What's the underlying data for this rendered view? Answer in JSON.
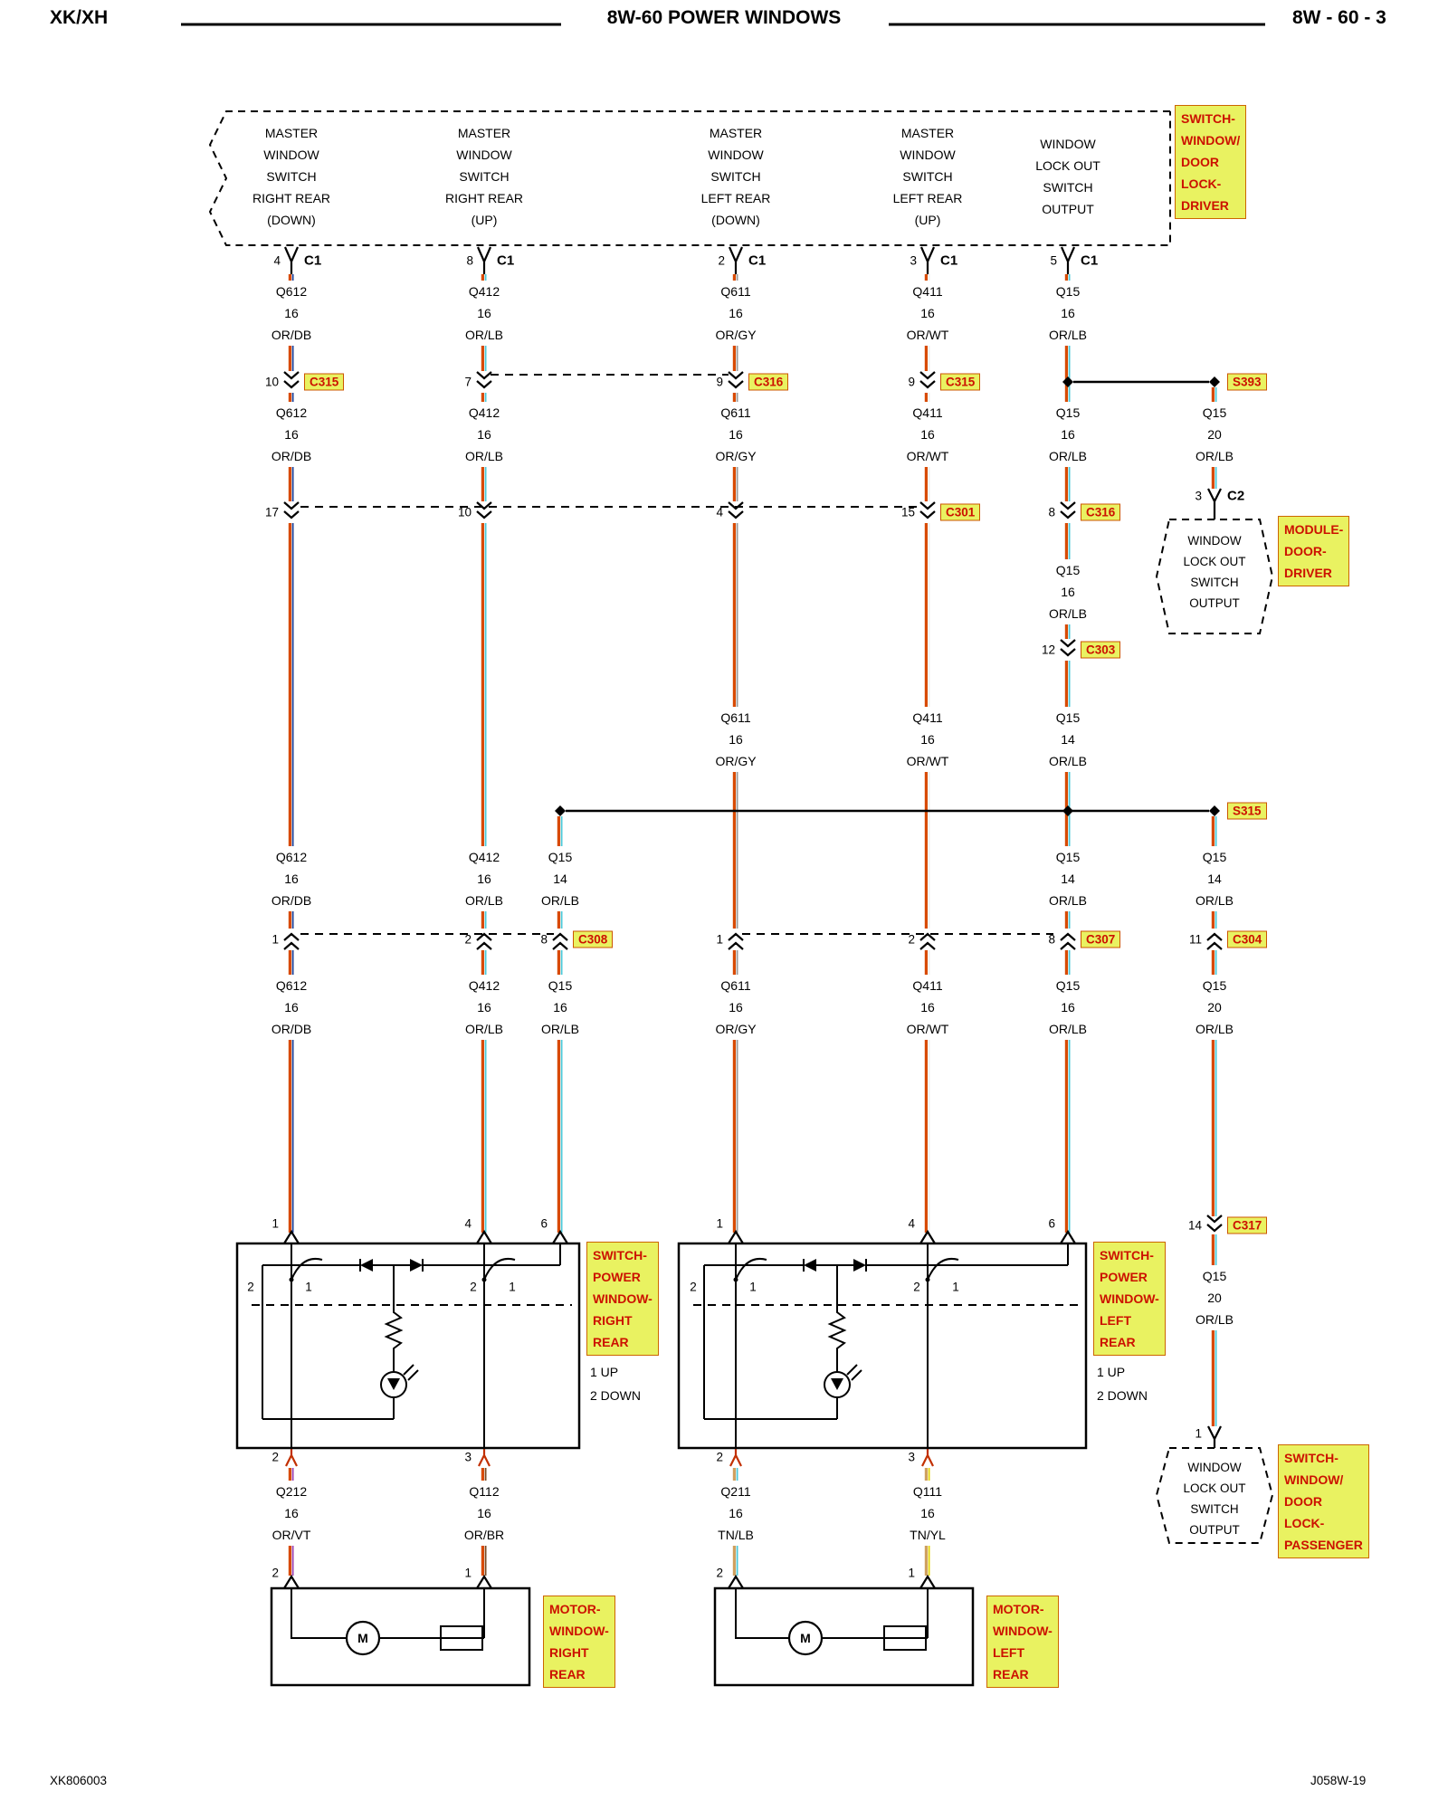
{
  "header": {
    "model": "XK/XH",
    "title": "8W-60 POWER WINDOWS",
    "page": "8W - 60 - 3"
  },
  "footer": {
    "left": "XK806003",
    "right": "J058W-19"
  },
  "colors": {
    "or": "#d84a00",
    "db": "#1c3f94",
    "lb": "#4cc8d8",
    "gy": "#9a9a9a",
    "wt": "#efefef",
    "vt": "#9a3fae",
    "br": "#7a4a21",
    "tn": "#cfa05f",
    "yl": "#e4d400",
    "tagbg": "#e9f261",
    "tagtx": "#cc1100"
  },
  "top_connector_labels": [
    [
      "MASTER",
      "WINDOW",
      "SWITCH",
      "RIGHT REAR",
      "(DOWN)"
    ],
    [
      "MASTER",
      "WINDOW",
      "SWITCH",
      "RIGHT REAR",
      "(UP)"
    ],
    [
      "MASTER",
      "WINDOW",
      "SWITCH",
      "LEFT REAR",
      "(DOWN)"
    ],
    [
      "MASTER",
      "WINDOW",
      "SWITCH",
      "LEFT REAR",
      "(UP)"
    ],
    [
      "WINDOW",
      "LOCK OUT",
      "SWITCH",
      "OUTPUT"
    ]
  ],
  "component_labels": {
    "driver": [
      "SWITCH-",
      "WINDOW/",
      "DOOR",
      "LOCK-",
      "DRIVER"
    ],
    "module_driver": [
      "MODULE-",
      "DOOR-",
      "DRIVER"
    ],
    "passenger": [
      "SWITCH-",
      "WINDOW/",
      "DOOR",
      "LOCK-",
      "PASSENGER"
    ],
    "switch_rr": [
      "SWITCH-",
      "POWER",
      "WINDOW-",
      "RIGHT",
      "REAR"
    ],
    "switch_lr": [
      "SWITCH-",
      "POWER",
      "WINDOW-",
      "LEFT",
      "REAR"
    ],
    "motor_rr": [
      "MOTOR-",
      "WINDOW-",
      "RIGHT",
      "REAR"
    ],
    "motor_lr": [
      "MOTOR-",
      "WINDOW-",
      "LEFT",
      "REAR"
    ]
  },
  "lockout_text": [
    "WINDOW",
    "LOCK OUT",
    "SWITCH",
    "OUTPUT"
  ],
  "switch_notes": [
    "1 UP",
    "2 DOWN"
  ],
  "connector_names": {
    "c1": "C1",
    "c2": "C2",
    "c301": "C301",
    "c303": "C303",
    "c304": "C304",
    "c307": "C307",
    "c308": "C308",
    "c315": "C315",
    "c316": "C316",
    "c317": "C317"
  },
  "splices": {
    "s393": "S393",
    "s315": "S315"
  },
  "pins": {
    "c1": [
      "4",
      "8",
      "2",
      "3",
      "5"
    ],
    "row1": [
      "10",
      "7",
      "9",
      "9"
    ],
    "row2": [
      "17",
      "10",
      "4",
      "15",
      "8"
    ],
    "c2": "3",
    "c303": "12",
    "row3": [
      "1",
      "2",
      "8",
      "1",
      "2",
      "8"
    ],
    "c304": "11",
    "c317": "14",
    "passenger": "1",
    "switch_top": [
      "1",
      "4",
      "6"
    ],
    "switch_bottom": [
      "2",
      "3"
    ],
    "switch_internal": [
      "2",
      "1",
      "2",
      "1"
    ],
    "motor_top": [
      "2",
      "1"
    ]
  },
  "motor_symbol": "M",
  "wires": [
    {
      "circuit": "Q612",
      "gauge": "16",
      "color": "OR/DB"
    },
    {
      "circuit": "Q412",
      "gauge": "16",
      "color": "OR/LB"
    },
    {
      "circuit": "Q611",
      "gauge": "16",
      "color": "OR/GY"
    },
    {
      "circuit": "Q411",
      "gauge": "16",
      "color": "OR/WT"
    },
    {
      "circuit": "Q15",
      "gauge": "16",
      "color": "OR/LB"
    },
    {
      "circuit": "Q612",
      "gauge": "16",
      "color": "OR/DB"
    },
    {
      "circuit": "Q412",
      "gauge": "16",
      "color": "OR/LB"
    },
    {
      "circuit": "Q611",
      "gauge": "16",
      "color": "OR/GY"
    },
    {
      "circuit": "Q411",
      "gauge": "16",
      "color": "OR/WT"
    },
    {
      "circuit": "Q15",
      "gauge": "16",
      "color": "OR/LB"
    },
    {
      "circuit": "Q15",
      "gauge": "20",
      "color": "OR/LB"
    },
    {
      "circuit": "Q15",
      "gauge": "16",
      "color": "OR/LB"
    },
    {
      "circuit": "Q611",
      "gauge": "16",
      "color": "OR/GY"
    },
    {
      "circuit": "Q411",
      "gauge": "16",
      "color": "OR/WT"
    },
    {
      "circuit": "Q15",
      "gauge": "14",
      "color": "OR/LB"
    },
    {
      "circuit": "Q612",
      "gauge": "16",
      "color": "OR/DB"
    },
    {
      "circuit": "Q412",
      "gauge": "16",
      "color": "OR/LB"
    },
    {
      "circuit": "Q15",
      "gauge": "14",
      "color": "OR/LB"
    },
    {
      "circuit": "Q15",
      "gauge": "14",
      "color": "OR/LB"
    },
    {
      "circuit": "Q15",
      "gauge": "14",
      "color": "OR/LB"
    },
    {
      "circuit": "Q612",
      "gauge": "16",
      "color": "OR/DB"
    },
    {
      "circuit": "Q412",
      "gauge": "16",
      "color": "OR/LB"
    },
    {
      "circuit": "Q15",
      "gauge": "16",
      "color": "OR/LB"
    },
    {
      "circuit": "Q611",
      "gauge": "16",
      "color": "OR/GY"
    },
    {
      "circuit": "Q411",
      "gauge": "16",
      "color": "OR/WT"
    },
    {
      "circuit": "Q15",
      "gauge": "16",
      "color": "OR/LB"
    },
    {
      "circuit": "Q15",
      "gauge": "20",
      "color": "OR/LB"
    },
    {
      "circuit": "Q15",
      "gauge": "20",
      "color": "OR/LB"
    },
    {
      "circuit": "Q212",
      "gauge": "16",
      "color": "OR/VT"
    },
    {
      "circuit": "Q112",
      "gauge": "16",
      "color": "OR/BR"
    },
    {
      "circuit": "Q211",
      "gauge": "16",
      "color": "TN/LB"
    },
    {
      "circuit": "Q111",
      "gauge": "16",
      "color": "TN/YL"
    }
  ]
}
